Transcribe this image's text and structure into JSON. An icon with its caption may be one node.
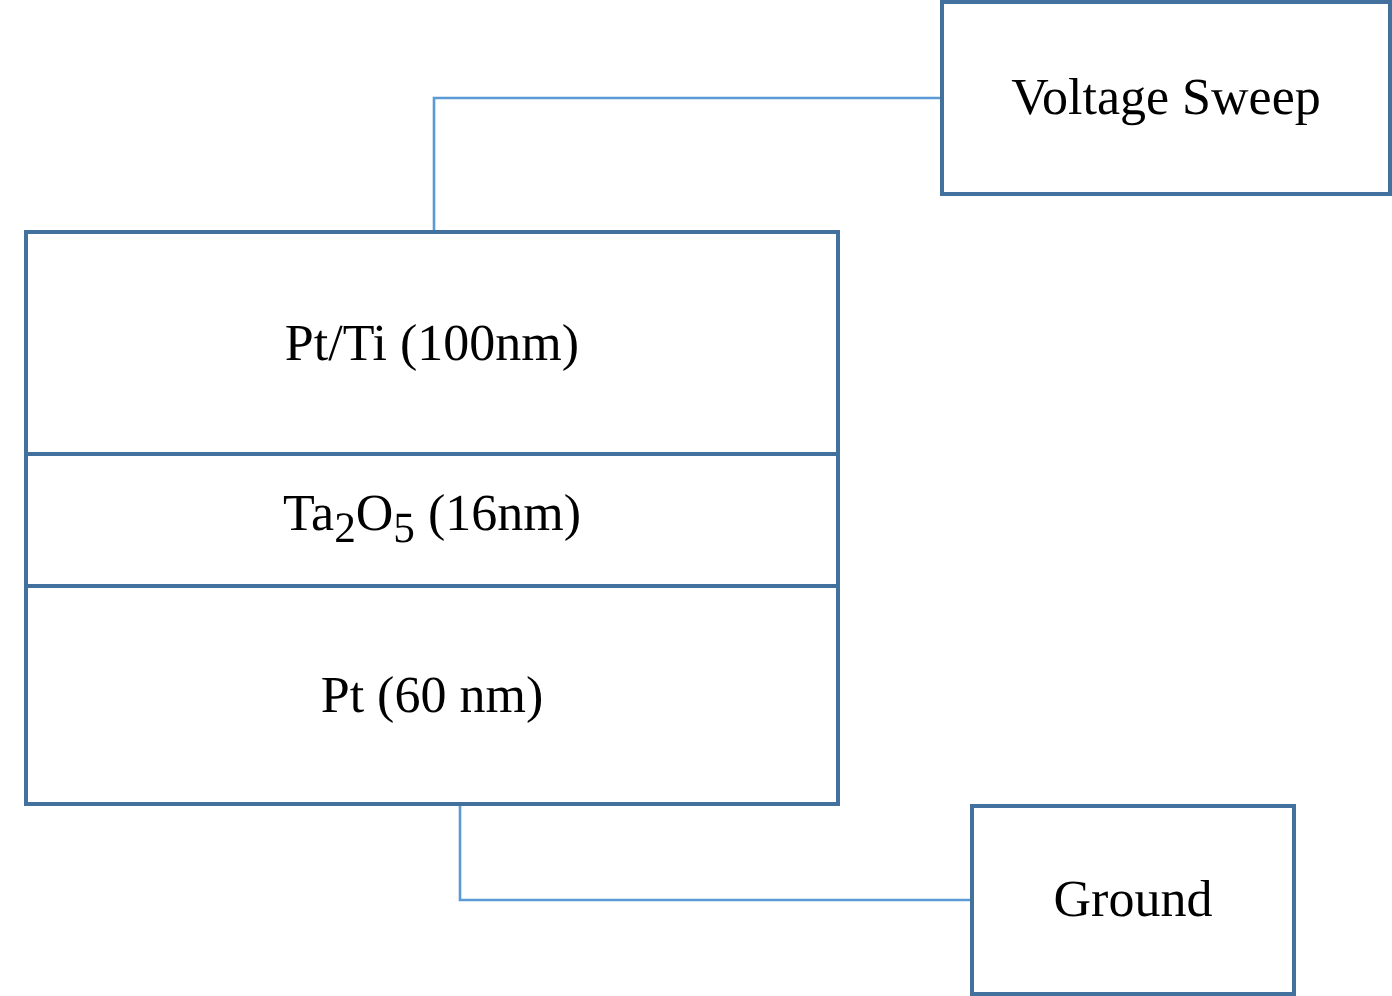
{
  "diagram": {
    "nodes": [
      {
        "text": [
          "Voltage Sweep"
        ]
      },
      {
        "text": [
          "Pt/Ti (100nm)"
        ]
      },
      {
        "text": [
          "Ta$_{2}$O$_{5}$ (16nm)"
        ]
      },
      {
        "text": [
          "Pt (60 nm)"
        ]
      },
      {
        "text": [
          "Ground"
        ]
      }
    ],
    "edges": [
      {
        "from": 1,
        "to": 0,
        "arrow": "none"
      },
      {
        "from": 3,
        "to": 4,
        "arrow": "none"
      }
    ]
  }
}
